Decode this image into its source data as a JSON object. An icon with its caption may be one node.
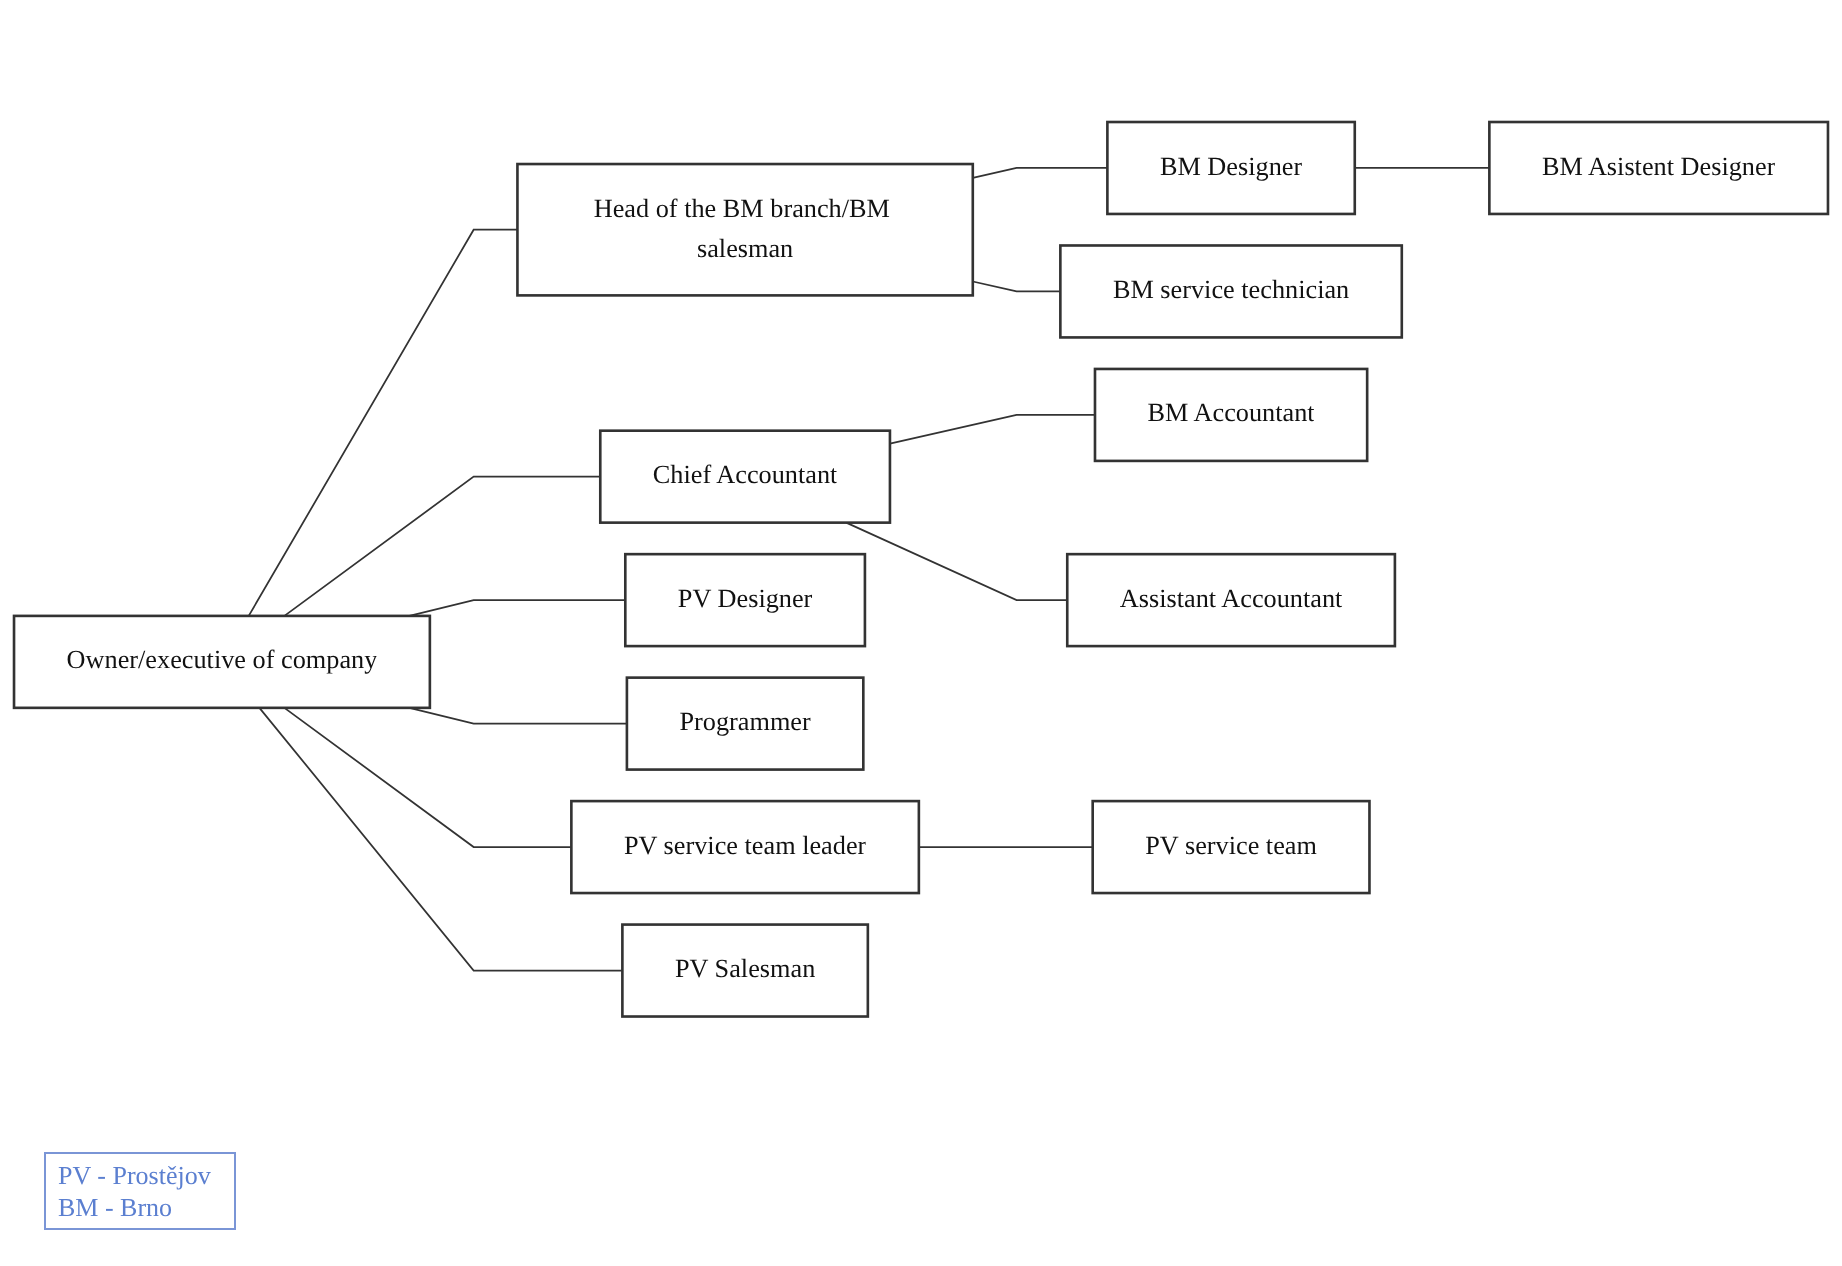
{
  "diagram": {
    "nodes": [
      {
        "text": [
          "Owner/executive of company"
        ]
      },
      {
        "text": [
          "Head of the BM branch/BM salesman"
        ]
      },
      {
        "text": [
          "BM Designer"
        ]
      },
      {
        "text": [
          "BM Asistent Designer"
        ]
      },
      {
        "text": [
          "BM service technician"
        ]
      },
      {
        "text": [
          "Chief Accountant"
        ]
      },
      {
        "text": [
          "BM Accountant"
        ]
      },
      {
        "text": [
          "Assistant Accountant"
        ]
      },
      {
        "text": [
          "PV Designer"
        ]
      },
      {
        "text": [
          "Programmer"
        ]
      },
      {
        "text": [
          "PV service team leader"
        ]
      },
      {
        "text": [
          "PV service team"
        ]
      },
      {
        "text": [
          "PV Salesman"
        ]
      }
    ],
    "labels": [
      "PV - Prostějov",
      "BM - Brno"
    ],
    "edges": [
      {
        "from": 0,
        "to": 1,
        "arrow": "none"
      },
      {
        "from": 1,
        "to": 2,
        "arrow": "none"
      },
      {
        "from": 2,
        "to": 3,
        "arrow": "none"
      },
      {
        "from": 1,
        "to": 4,
        "arrow": "none"
      },
      {
        "from": 0,
        "to": 5,
        "arrow": "none"
      },
      {
        "from": 5,
        "to": 6,
        "arrow": "none"
      },
      {
        "from": 5,
        "to": 7,
        "arrow": "none"
      },
      {
        "from": 0,
        "to": 8,
        "arrow": "none"
      },
      {
        "from": 0,
        "to": 9,
        "arrow": "none"
      },
      {
        "from": 0,
        "to": 10,
        "arrow": "none"
      },
      {
        "from": 10,
        "to": 11,
        "arrow": "none"
      },
      {
        "from": 0,
        "to": 12,
        "arrow": "none"
      }
    ]
  }
}
